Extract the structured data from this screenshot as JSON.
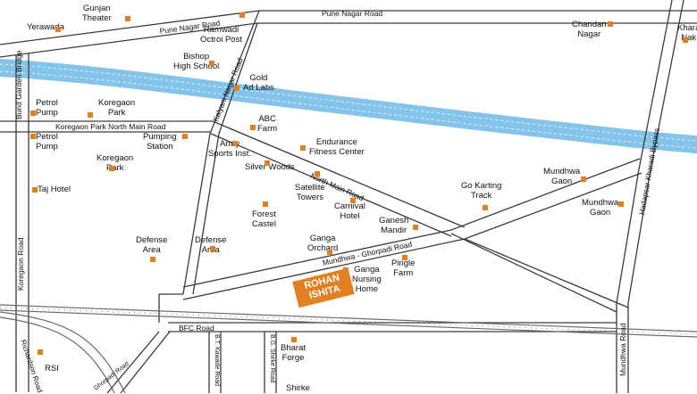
{
  "pois": [
    {
      "id": "yerawada",
      "label": "Yerawada"
    },
    {
      "id": "gunjan-theater",
      "label": "Gunjan\nTheater"
    },
    {
      "id": "ramwadi-octroi-post",
      "label": "Ramwadi\nOctroi Post"
    },
    {
      "id": "bishop-high-school",
      "label": "Bishop\nHigh School"
    },
    {
      "id": "gold-ad-labs",
      "label": "Gold\nAd Labs"
    },
    {
      "id": "chandan-nagar",
      "label": "Chandan\nNagar"
    },
    {
      "id": "kharadi-naka",
      "label": "Khara\nNak"
    },
    {
      "id": "petrol-pump-1",
      "label": "Petrol\nPump"
    },
    {
      "id": "koregaon-park-1",
      "label": "Koregaon\nPark"
    },
    {
      "id": "abc-farm",
      "label": "ABC\nFarm"
    },
    {
      "id": "petrol-pump-2",
      "label": "Petrol\nPump"
    },
    {
      "id": "pumping-station",
      "label": "Pumping\nStation"
    },
    {
      "id": "army-sports-inst",
      "label": "Army\nSports Inst."
    },
    {
      "id": "endurance-fitness-center",
      "label": "Endurance\nFitness Center"
    },
    {
      "id": "koregaon-park-2",
      "label": "Koregaon\nPark"
    },
    {
      "id": "silver-woods",
      "label": "Silver Woods"
    },
    {
      "id": "mundhwa-gaon-1",
      "label": "Mundhwa\nGaon"
    },
    {
      "id": "taj-hotel",
      "label": "Taj Hotel"
    },
    {
      "id": "satellite-towers",
      "label": "Satellite\nTowers"
    },
    {
      "id": "go-karting-track",
      "label": "Go Karting\nTrack"
    },
    {
      "id": "forest-castel",
      "label": "Forest\nCastel"
    },
    {
      "id": "carnival-hotel",
      "label": "Carnival\nHotel"
    },
    {
      "id": "mundhwa-gaon-2",
      "label": "Mundhwa\nGaon"
    },
    {
      "id": "ganesh-mandir",
      "label": "Ganesh\nMandir"
    },
    {
      "id": "defense-area-1",
      "label": "Defense\nArea"
    },
    {
      "id": "defense-area-2",
      "label": "Defense\nArea"
    },
    {
      "id": "ganga-orchard",
      "label": "Ganga\nOrchard"
    },
    {
      "id": "pingle-farm",
      "label": "Pingle\nFarm"
    },
    {
      "id": "ganga-nursing-home",
      "label": "Ganga\nNursing\nHome"
    },
    {
      "id": "bharat-forge",
      "label": "Bharat\nForge"
    },
    {
      "id": "rsi",
      "label": "RSI"
    },
    {
      "id": "shirke",
      "label": "Shirke"
    }
  ],
  "roads": {
    "pune_nagar_1": "Pune Nagar Road",
    "pune_nagar_2": "Pune Nagar Road",
    "bund_garden_bridge": "Bund Garden Bridge",
    "kalyani_nagar": "Kalyani Nagar Road",
    "koregaon_park_north_main": "Koregaon Park North Main Road",
    "north_main": "North Main Road",
    "hadapsar_kharadi_bypass": "Hadapsar Kharadi Bypass",
    "mundhwa_ghorpadi": "Mundhwa - Ghorpadi Road",
    "koregaon_road": "Koregaon Road",
    "bfc_road": "BFC Road",
    "bt_kawade": "B.T. Kawade Road",
    "bg_shirke": "B.G. Shirke Road",
    "mundhwa_road": "Mundhwa Road",
    "richardson_road": "Richardson Road",
    "ghorpadi_road": "Ghorpadi Road"
  },
  "project_badge": "ROHAN\nISHITA",
  "colors": {
    "poi": "#e27f1e",
    "river": "#6fb8e6",
    "road": "#3a3a3a",
    "badge": "#e27f1e"
  }
}
